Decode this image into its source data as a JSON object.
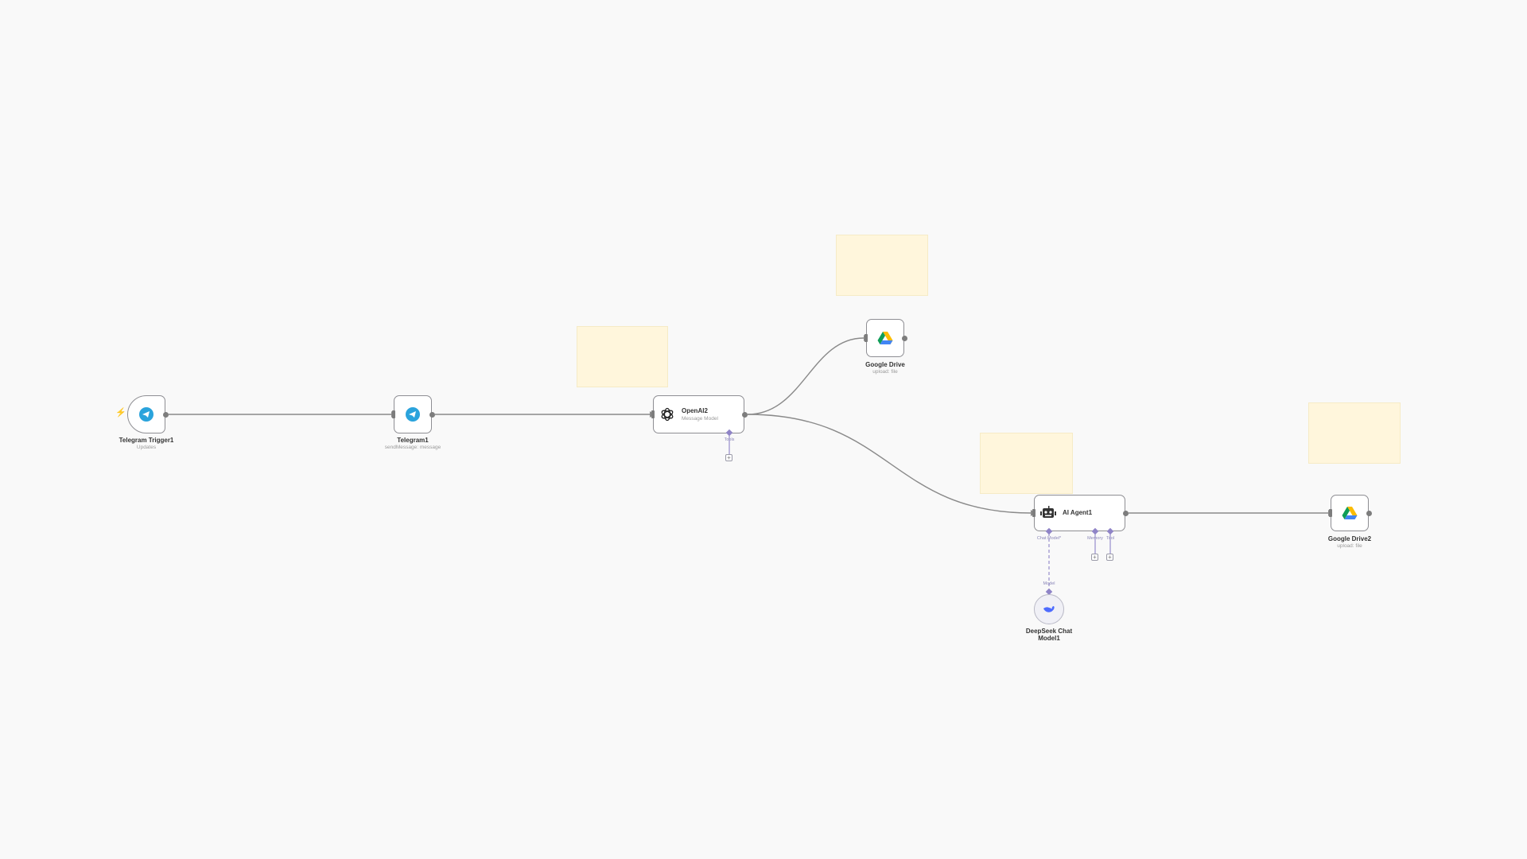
{
  "canvas": {
    "background": "#f9f9f9"
  },
  "colors": {
    "sticky_note": "#fff6dc",
    "connection": "#8a8a8a",
    "ai_connection": "#8f84c7",
    "trigger_bolt": "#ff6d3a",
    "telegram": "#2aa3dc"
  },
  "nodes": {
    "telegram_trigger": {
      "title": "Telegram Trigger1",
      "subtitle": "Updates",
      "icon": "telegram-icon"
    },
    "telegram": {
      "title": "Telegram1",
      "subtitle": "sendMessage: message",
      "icon": "telegram-icon"
    },
    "openai": {
      "title": "OpenAI2",
      "subtitle": "Message Model",
      "icon": "openai-icon",
      "ports": {
        "tools": "Tools"
      }
    },
    "gdrive": {
      "title": "Google Drive",
      "subtitle": "upload: file",
      "icon": "google-drive-icon"
    },
    "agent": {
      "title": "AI Agent1",
      "icon": "robot-icon",
      "ports": {
        "chat_model": "Chat Model*",
        "memory": "Memory",
        "tool": "Tool"
      }
    },
    "gdrive2": {
      "title": "Google Drive2",
      "subtitle": "upload: file",
      "icon": "google-drive-icon"
    },
    "deepseek": {
      "title_line1": "DeepSeek Chat",
      "title_line2": "Model1",
      "icon": "deepseek-whale-icon",
      "ports": {
        "model": "Model"
      }
    }
  },
  "add_button": "+"
}
